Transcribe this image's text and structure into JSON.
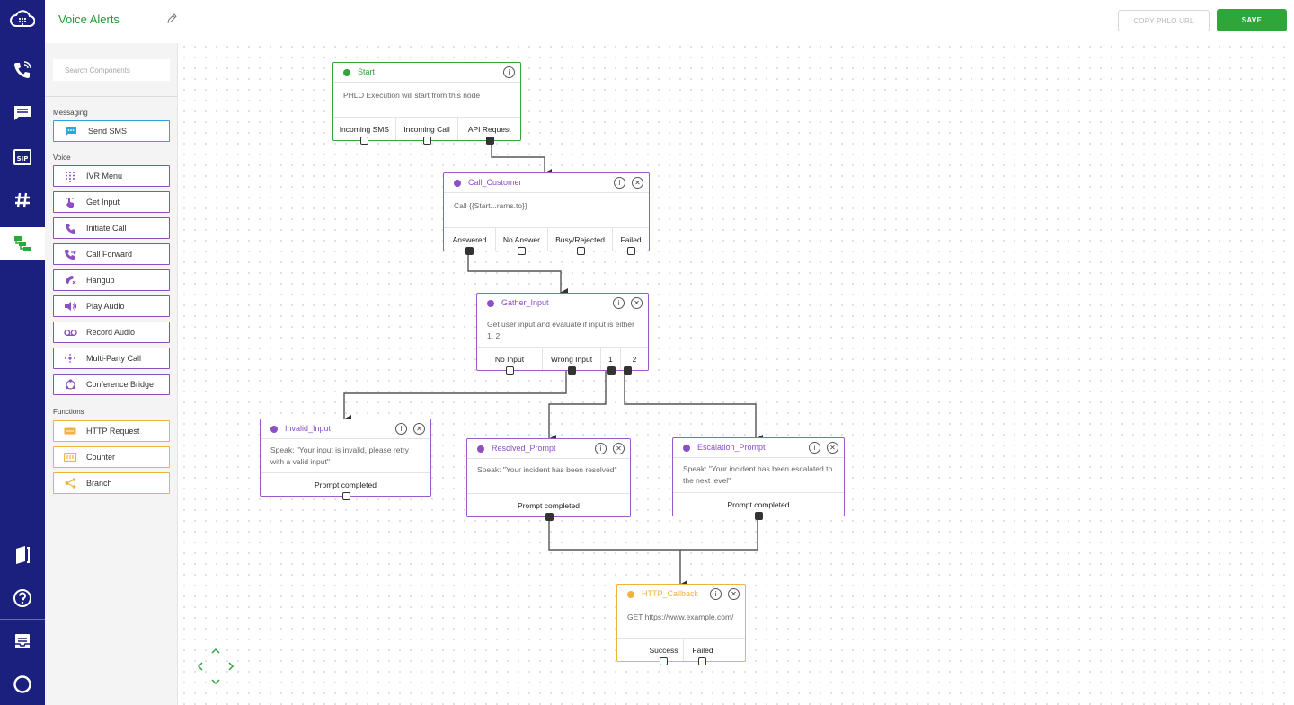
{
  "header": {
    "title": "Voice Alerts",
    "copy_url_label": "COPY PHLO URL",
    "save_label": "SAVE"
  },
  "colors": {
    "rail": "#1b1f7d",
    "accent_green": "#2fa63a",
    "voice_purple": "#8c4fc4",
    "messaging_blue": "#2aa7dc",
    "function_orange": "#f2b23e"
  },
  "rail": {
    "items": [
      "cloud-logo-icon",
      "voice-icon",
      "messaging-icon",
      "sip-icon",
      "numbers-icon",
      "phlo-icon",
      "docs-icon",
      "help-icon",
      "inbox-icon",
      "account-icon"
    ],
    "active": "phlo-icon"
  },
  "sidebar": {
    "search_placeholder": "Search Components",
    "sections": {
      "messaging": "Messaging",
      "voice": "Voice",
      "functions": "Functions"
    },
    "messaging_items": [
      {
        "label": "Send SMS",
        "icon": "message-icon"
      }
    ],
    "voice_items": [
      {
        "label": "IVR Menu",
        "icon": "keypad-icon"
      },
      {
        "label": "Get Input",
        "icon": "touch-icon"
      },
      {
        "label": "Initiate Call",
        "icon": "phone-icon"
      },
      {
        "label": "Call Forward",
        "icon": "call-forward-icon"
      },
      {
        "label": "Hangup",
        "icon": "hangup-icon"
      },
      {
        "label": "Play Audio",
        "icon": "speaker-icon"
      },
      {
        "label": "Record Audio",
        "icon": "voicemail-icon"
      },
      {
        "label": "Multi-Party Call",
        "icon": "multi-party-icon"
      },
      {
        "label": "Conference Bridge",
        "icon": "conference-icon"
      }
    ],
    "function_items": [
      {
        "label": "HTTP Request",
        "icon": "http-icon"
      },
      {
        "label": "Counter",
        "icon": "counter-icon"
      },
      {
        "label": "Branch",
        "icon": "branch-icon"
      }
    ]
  },
  "nodes": {
    "start": {
      "title": "Start",
      "body": "PHLO Execution will start from this node",
      "outputs": [
        "Incoming SMS",
        "Incoming Call",
        "API Request"
      ]
    },
    "call_customer": {
      "title": "Call_Customer",
      "body": "Call {{Start...rams.to}}",
      "outputs": [
        "Answered",
        "No Answer",
        "Busy/Rejected",
        "Failed"
      ]
    },
    "gather_input": {
      "title": "Gather_Input",
      "body": "Get user input and evaluate if input is either 1, 2",
      "outputs": [
        "No Input",
        "Wrong Input",
        "1",
        "2"
      ]
    },
    "invalid_input": {
      "title": "Invalid_Input",
      "body": "Speak: \"Your input is invalid, please retry with a valid input\"",
      "outputs": [
        "Prompt completed"
      ]
    },
    "resolved_prompt": {
      "title": "Resolved_Prompt",
      "body": "Speak: \"Your incident has been resolved\"",
      "outputs": [
        "Prompt completed"
      ]
    },
    "escalation_prompt": {
      "title": "Escalation_Prompt",
      "body": "Speak: \"Your incident has been escalated to the next level\"",
      "outputs": [
        "Prompt completed"
      ]
    },
    "http_callback": {
      "title": "HTTP_Callback",
      "body": "GET https://www.example.com/",
      "outputs": [
        "Success",
        "Failed"
      ]
    }
  }
}
